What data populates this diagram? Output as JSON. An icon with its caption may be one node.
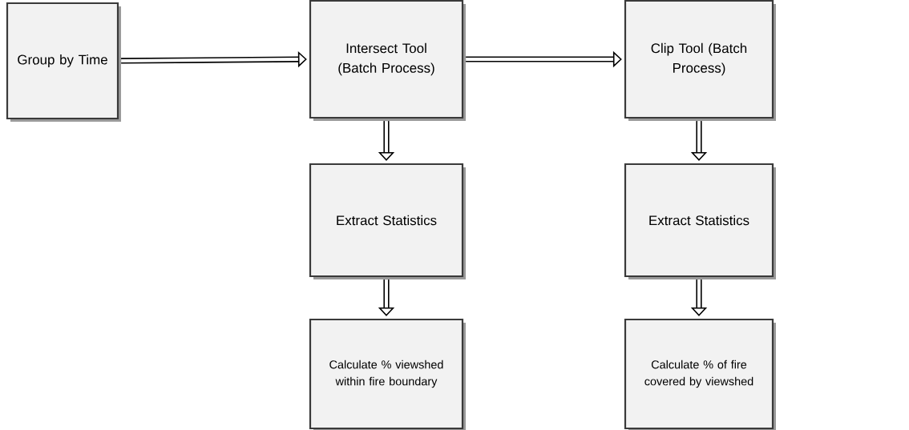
{
  "diagram": {
    "nodes": [
      {
        "text": [
          "Group by Time"
        ]
      },
      {
        "text": [
          "Intersect Tool (Batch Process)"
        ]
      },
      {
        "text": [
          "Clip Tool (Batch Process)"
        ]
      },
      {
        "text": [
          "Extract Statistics"
        ]
      },
      {
        "text": [
          "Extract Statistics"
        ]
      },
      {
        "text": [
          "Calculate % viewshed within fire boundary"
        ]
      },
      {
        "text": [
          "Calculate % of fire covered by viewshed"
        ]
      }
    ],
    "edges": [
      {
        "from": 0,
        "to": 1,
        "arrow": "to"
      },
      {
        "from": 1,
        "to": 2,
        "arrow": "to"
      },
      {
        "from": 1,
        "to": 3,
        "arrow": "to"
      },
      {
        "from": 2,
        "to": 4,
        "arrow": "to"
      },
      {
        "from": 3,
        "to": 5,
        "arrow": "to"
      },
      {
        "from": 4,
        "to": 6,
        "arrow": "to"
      }
    ]
  }
}
